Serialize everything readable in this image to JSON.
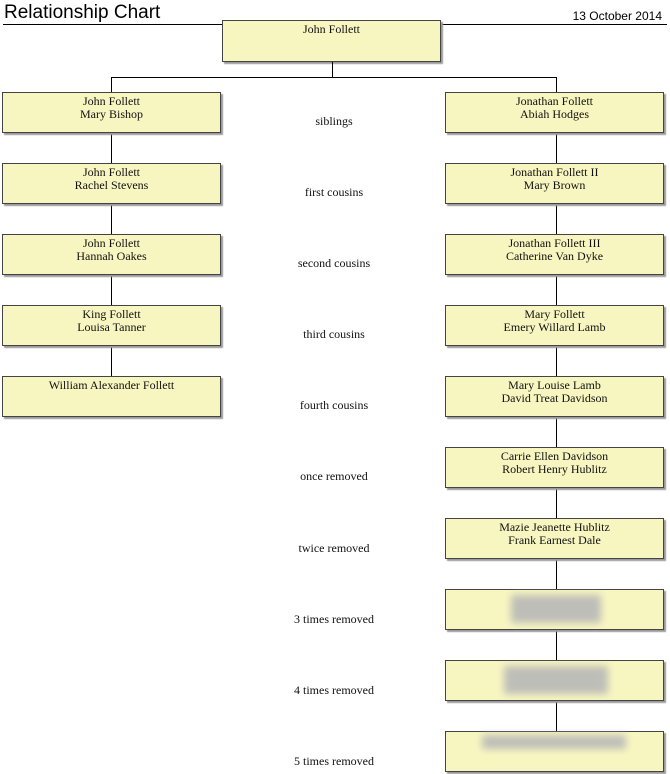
{
  "header": {
    "title": "Relationship Chart",
    "date": "13 October 2014"
  },
  "root": {
    "name": "John Follett"
  },
  "left_column": [
    {
      "line1": "John Follett",
      "line2": "Mary Bishop"
    },
    {
      "line1": "John Follett",
      "line2": "Rachel Stevens"
    },
    {
      "line1": "John Follett",
      "line2": "Hannah Oakes"
    },
    {
      "line1": "King Follett",
      "line2": "Louisa Tanner"
    },
    {
      "line1": "William Alexander Follett",
      "line2": ""
    }
  ],
  "right_column": [
    {
      "line1": "Jonathan Follett",
      "line2": "Abiah Hodges"
    },
    {
      "line1": "Jonathan Follett II",
      "line2": "Mary Brown"
    },
    {
      "line1": "Jonathan Follett III",
      "line2": "Catherine Van Dyke"
    },
    {
      "line1": "Mary Follett",
      "line2": "Emery Willard Lamb"
    },
    {
      "line1": "Mary Louise Lamb",
      "line2": "David Treat Davidson"
    },
    {
      "line1": "Carrie Ellen Davidson",
      "line2": "Robert Henry Hublitz"
    },
    {
      "line1": "Mazie Jeanette Hublitz",
      "line2": "Frank Earnest Dale"
    },
    {
      "line1": "",
      "line2": "",
      "redacted": true
    },
    {
      "line1": "",
      "line2": "",
      "redacted": true
    },
    {
      "line1": "",
      "line2": "",
      "redacted": true
    }
  ],
  "relationships": [
    "siblings",
    "first cousins",
    "second cousins",
    "third cousins",
    "fourth cousins",
    "once removed",
    "twice removed",
    "3 times removed",
    "4 times removed",
    "5 times removed"
  ]
}
